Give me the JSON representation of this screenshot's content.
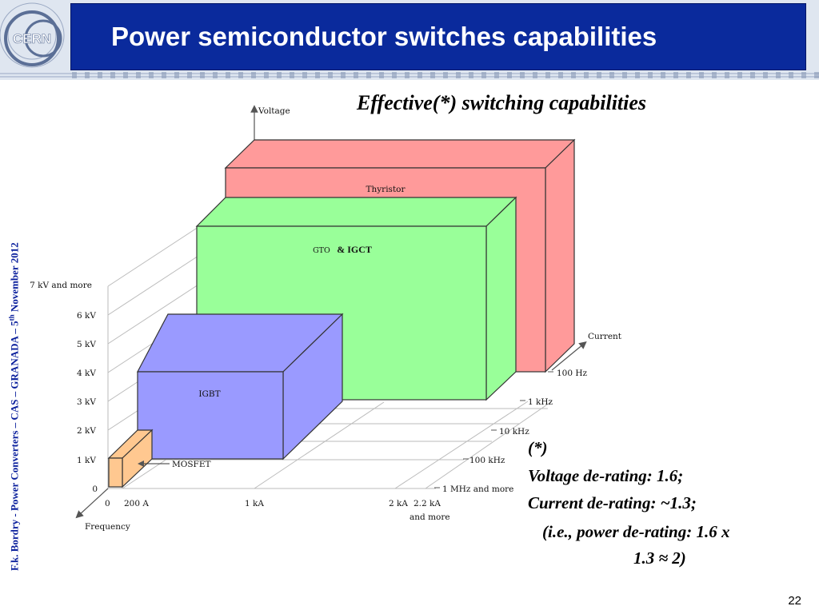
{
  "header": {
    "title": "Power semiconductor switches capabilities",
    "logo_text": "CERN",
    "colors": {
      "title_bg": "#0a2a9c",
      "title_text": "#ffffff",
      "banner_bg": "#dfe6f0"
    }
  },
  "subtitle": "Effective(*) switching capabilities",
  "side_caption": {
    "pre": "F.k. Bordry - Power Converters – CAS – GRANADA – 5",
    "sup": "th",
    "post": " November 2012"
  },
  "diagram": {
    "axes": {
      "vertical": "Voltage",
      "right": "Current",
      "left_down": "Frequency"
    },
    "voltage_ticks": [
      "0",
      "1 kV",
      "2 kV",
      "3 kV",
      "4 kV",
      "5 kV",
      "6 kV",
      "7 kV and more"
    ],
    "current_ticks": [
      "0",
      "200 A",
      "1 kA",
      "2 kA",
      "2.2 kA",
      "and more"
    ],
    "frequency_ticks": [
      "100 Hz",
      "1 kHz",
      "10 kHz",
      "100 kHz",
      "1 MHz and more"
    ],
    "devices": [
      {
        "name": "Thyristor",
        "color": "#ff9a9a"
      },
      {
        "name_small": "GTO",
        "name_bold": "& IGCT",
        "color": "#99ff99"
      },
      {
        "name": "IGBT",
        "color": "#9a9aff"
      },
      {
        "name": "MOSFET",
        "color": "#ffc890"
      }
    ]
  },
  "notes": {
    "marker": "(*)",
    "line1": "Voltage de-rating: 1.6;",
    "line2": "Current de-rating: ~1.3;",
    "line3": "(i.e., power de-rating: 1.6 x",
    "line4": "1.3 ≈ 2)"
  },
  "page_number": "22"
}
